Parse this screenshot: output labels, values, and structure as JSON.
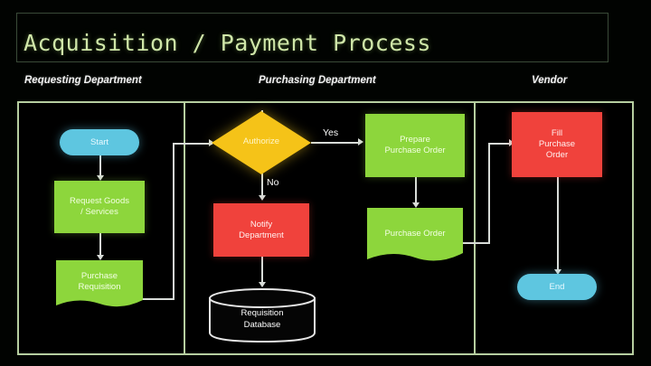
{
  "slide": {
    "title": "Acquisition / Payment Process",
    "background_color": "#010301",
    "title_color": "#cfe6a8",
    "frame_color": "#b6ceA0"
  },
  "lanes": [
    {
      "label": "Requesting Department"
    },
    {
      "label": "Purchasing Department"
    },
    {
      "label": "Vendor"
    }
  ],
  "nodes": {
    "start": {
      "label": "Start",
      "shape": "terminator",
      "color": "#5ec6e0"
    },
    "request_goods": {
      "label": "Request Goods\n/ Services",
      "shape": "process",
      "color": "#8dd63c"
    },
    "purchase_requisition": {
      "label": "Purchase\nRequisition",
      "shape": "document",
      "color": "#8dd63c"
    },
    "authorize": {
      "label": "Authorize",
      "shape": "decision",
      "color": "#f5c318"
    },
    "notify_department": {
      "label": "Notify\nDepartment",
      "shape": "process",
      "color": "#f0423c"
    },
    "requisition_database": {
      "label": "Requisition\nDatabase",
      "shape": "database",
      "color": "#000000"
    },
    "prepare_purchase_order": {
      "label": "Prepare\nPurchase Order",
      "shape": "process",
      "color": "#8dd63c"
    },
    "purchase_order": {
      "label": "Purchase Order",
      "shape": "document",
      "color": "#8dd63c"
    },
    "fill_purchase_order": {
      "label": "Fill\nPurchase\nOrder",
      "shape": "process",
      "color": "#f0423c"
    },
    "end": {
      "label": "End",
      "shape": "terminator",
      "color": "#5ec6e0"
    }
  },
  "edge_labels": {
    "yes": "Yes",
    "no": "No"
  }
}
